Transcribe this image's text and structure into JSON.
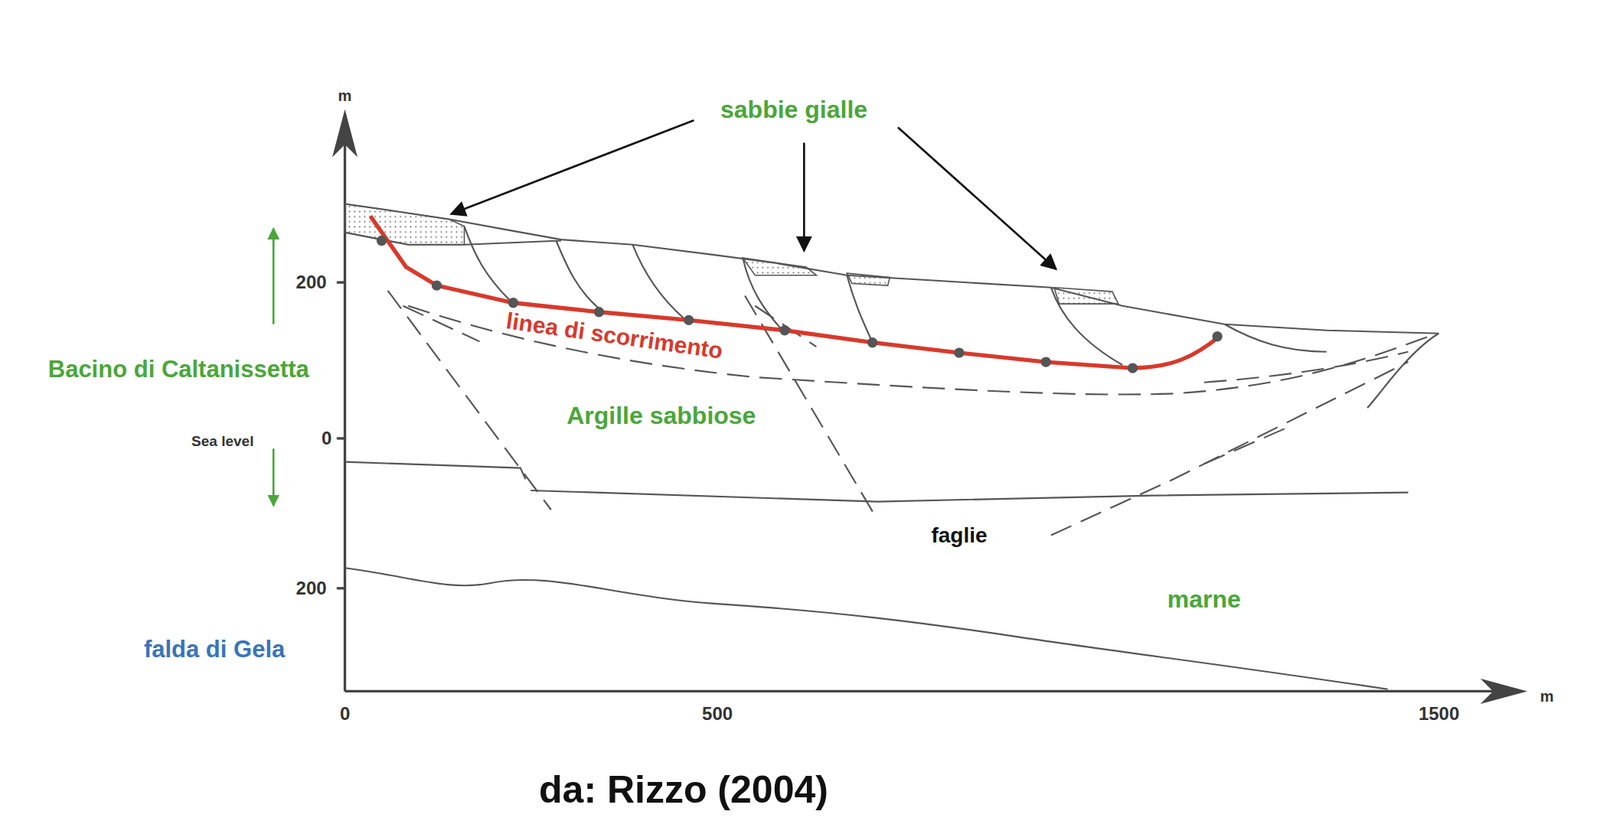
{
  "diagram": {
    "caption": "da: Rizzo (2004)",
    "labels": [
      "m",
      "sabbie gialle",
      "200",
      "Bacino di Caltanissetta",
      "linea di scorrimento",
      "Argille sabbiose",
      "Sea level",
      "0",
      "200",
      "faglie",
      "marne",
      "falda di Gela",
      "0",
      "500",
      "1500",
      "m"
    ]
  }
}
